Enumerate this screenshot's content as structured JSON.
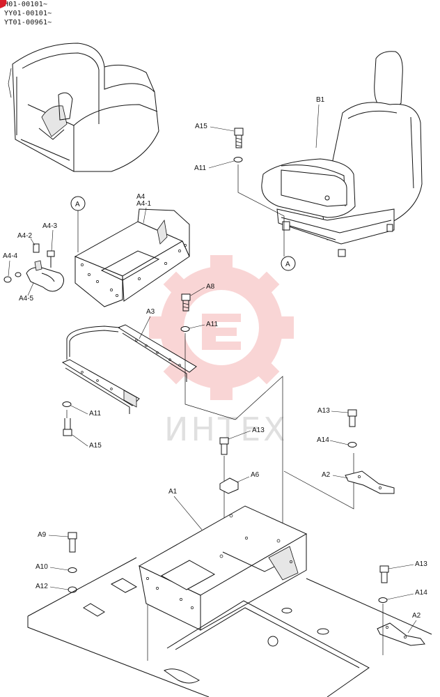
{
  "serial_codes": [
    "H01-00101~",
    "YY01-00101~",
    "YT01-00961~"
  ],
  "watermark_text": "ИНТЕХ",
  "colors": {
    "line": "#111111",
    "watermark_gear": "#f5b3b3",
    "watermark_text": "#c8c8c8",
    "marker": "#d81e2a"
  },
  "labels": {
    "b1": "B1",
    "a15_top": "A15",
    "a11_top": "A11",
    "a4": "A4",
    "a4_1": "A4-1",
    "a4_2": "A4-2",
    "a4_3": "A4-3",
    "a4_4": "A4-4",
    "a4_5": "A4-5",
    "a8": "A8",
    "a3": "A3",
    "a11_mid": "A11",
    "a11_low": "A11",
    "a15_low": "A15",
    "a13_mid": "A13",
    "a6": "A6",
    "a1": "A1",
    "a13_right": "A13",
    "a14_right": "A14",
    "a2_right": "A2",
    "a9": "A9",
    "a10": "A10",
    "a12": "A12",
    "a13_br": "A13",
    "a14_br": "A14",
    "a2_br": "A2"
  },
  "callouts": {
    "circle_a_left": "A",
    "circle_a_right": "A"
  }
}
